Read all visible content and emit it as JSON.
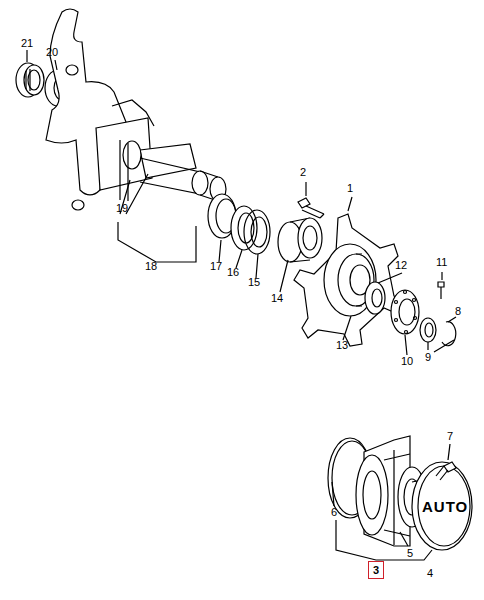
{
  "diagram": {
    "nodes": [
      {
        "text": [
          "3"
        ]
      }
    ],
    "labels": [
      "21",
      "20",
      "2",
      "1",
      "19",
      "18",
      "17",
      "16",
      "15",
      "14",
      "12",
      "11",
      "8",
      "13",
      "10",
      "9",
      "7",
      "6",
      "5",
      "4",
      "AUTO"
    ]
  }
}
